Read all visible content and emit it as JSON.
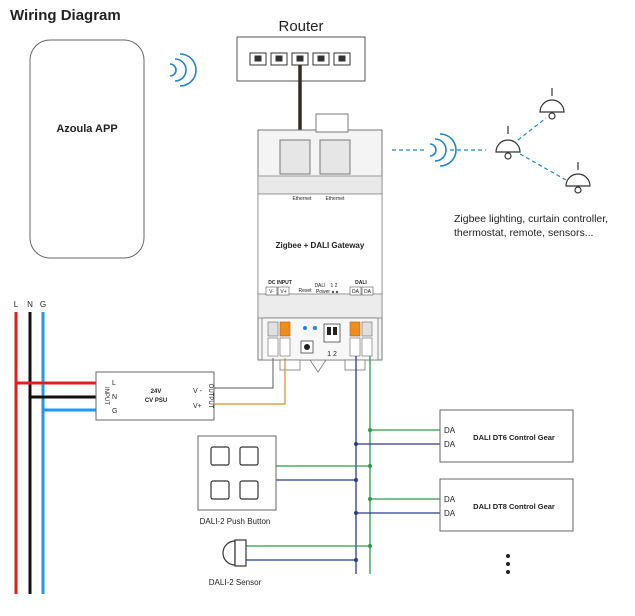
{
  "title": "Wiring Diagram",
  "app": {
    "label": "Azoula APP"
  },
  "router": {
    "label": "Router"
  },
  "gateway": {
    "title": "Zigbee + DALI Gateway",
    "ethernet_left": "Ethernet",
    "ethernet_right": "Ethernet",
    "dc_input_label": "DC INPUT",
    "dc_terminals": [
      "V-",
      "V+"
    ],
    "reset_label": "Reset",
    "dali_power_label": "DALI",
    "dali_power_sub": "Power",
    "dali_power_numbers": "1 2",
    "dali_label": "DALI",
    "dali_terminals": [
      "DA",
      "DA"
    ],
    "dip_numbers": "1 2"
  },
  "zigbee_devices_caption_1": "Zigbee lighting, curtain controller,",
  "zigbee_devices_caption_2": "thermostat, remote, sensors...",
  "mains": {
    "labels": [
      "L",
      "N",
      "G"
    ]
  },
  "psu": {
    "line1": "24V",
    "line2": "CV PSU",
    "input_label": "INPUT",
    "output_label": "OUTPUT",
    "input_terminals": [
      "L",
      "N",
      "G"
    ],
    "output_terminals": [
      "V -",
      "V+"
    ]
  },
  "gear": [
    {
      "label": "DALI DT6 Control Gear",
      "terminals": [
        "DA",
        "DA"
      ]
    },
    {
      "label": "DALI DT8 Control Gear",
      "terminals": [
        "DA",
        "DA"
      ]
    }
  ],
  "push_button": {
    "label": "DALI-2 Push Button"
  },
  "sensor": {
    "label": "DALI-2 Sensor"
  },
  "colors": {
    "live": "#e02020",
    "neutral": "#111111",
    "ground": "#2196f3",
    "dali_blue": "#2c3a8c",
    "dali_green": "#2e9a4a",
    "psu_gray": "#777777",
    "psu_orange": "#e08a2c",
    "wifi": "#1e88c8",
    "terminal_orange": "#f08c1c"
  }
}
